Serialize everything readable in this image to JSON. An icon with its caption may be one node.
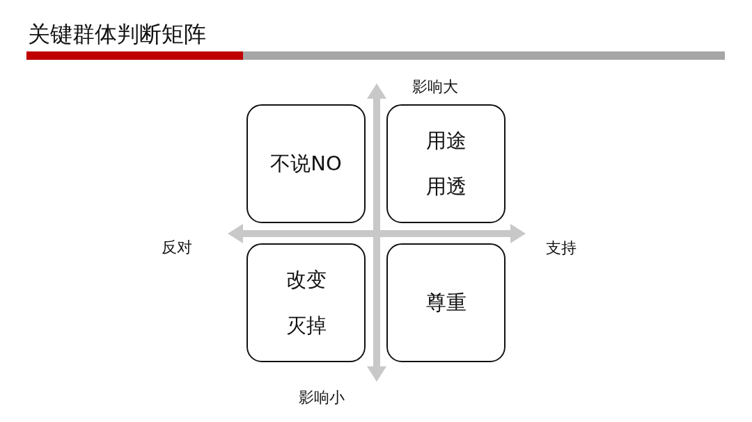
{
  "diagram": {
    "title": "关键群体判断矩阵",
    "nodes": [
      {
        "text": [
          "不说NO"
        ]
      },
      {
        "text": [
          "用途",
          "用透"
        ]
      },
      {
        "text": [
          "改变",
          "灭掉"
        ]
      },
      {
        "text": [
          "尊重"
        ]
      }
    ],
    "labels": [
      "影响大",
      "反对",
      "支持",
      "影响小"
    ]
  }
}
